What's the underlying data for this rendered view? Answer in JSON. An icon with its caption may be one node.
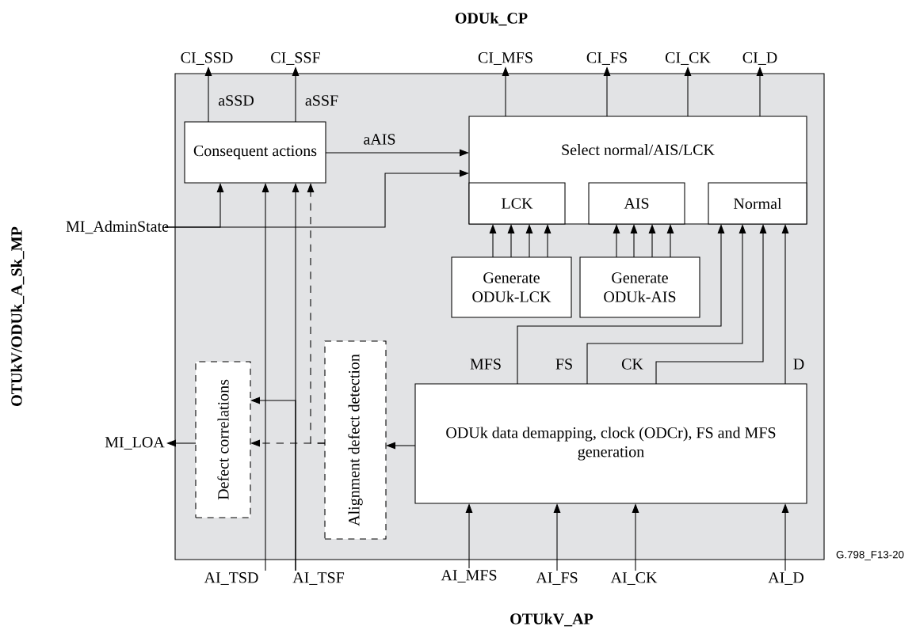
{
  "diagram": {
    "nodes": [
      {
        "text": [],
        "shape": "box"
      },
      {
        "text": [
          "Consequent actions"
        ],
        "in": 0
      },
      {
        "text": [
          "Select normal/AIS/LCK"
        ],
        "in": 0
      },
      {
        "text": [
          "LCK"
        ],
        "in": 2
      },
      {
        "text": [
          "AIS"
        ],
        "in": 2
      },
      {
        "text": [
          "Normal"
        ],
        "in": 2
      },
      {
        "text": [
          "Generate ODUk-LCK"
        ],
        "in": 0
      },
      {
        "text": [
          "Generate ODUk-AIS"
        ],
        "in": 0
      },
      {
        "text": [
          "Defect correlations"
        ],
        "in": 0
      },
      {
        "text": [
          "Alignment defect detection"
        ],
        "in": 0
      },
      {
        "text": [
          "ODUk data demapping, clock (ODCr), FS and MFS generation"
        ],
        "in": 0
      },
      {
        "text": [
          "CI_SSD"
        ]
      },
      {
        "text": [
          "CI_SSF"
        ]
      },
      {
        "text": [
          "CI_MFS"
        ]
      },
      {
        "text": [
          "CI_FS"
        ]
      },
      {
        "text": [
          "CI_CK"
        ]
      },
      {
        "text": [
          "CI_D"
        ]
      },
      {
        "text": [
          "MI_AdminState"
        ]
      },
      {
        "text": [
          "MI_LOA"
        ]
      },
      {
        "text": [
          "AI_TSD"
        ]
      },
      {
        "text": [
          "AI_TSF"
        ]
      },
      {
        "text": [
          "AI_MFS"
        ]
      },
      {
        "text": [
          "AI_FS"
        ]
      },
      {
        "text": [
          "AI_CK"
        ]
      },
      {
        "text": [
          "AI_D"
        ]
      }
    ],
    "edges": [
      {
        "from": 1,
        "to": 11,
        "arrow": "to",
        "label": "aSSD"
      },
      {
        "from": 1,
        "to": 12,
        "arrow": "to",
        "label": "aSSF"
      },
      {
        "from": 1,
        "to": 2,
        "arrow": "to",
        "label": "aAIS"
      },
      {
        "from": 2,
        "to": 13,
        "arrow": "to"
      },
      {
        "from": 2,
        "to": 14,
        "arrow": "to"
      },
      {
        "from": 2,
        "to": 15,
        "arrow": "to"
      },
      {
        "from": 2,
        "to": 16,
        "arrow": "to"
      },
      {
        "from": 17,
        "to": 1,
        "arrow": "to"
      },
      {
        "from": 17,
        "to": 2,
        "arrow": "to"
      },
      {
        "from": 19,
        "to": 1,
        "arrow": "to"
      },
      {
        "from": 20,
        "to": 1,
        "arrow": "to"
      },
      {
        "from": 9,
        "to": 1,
        "arrow": "to",
        "style": "dashed"
      },
      {
        "from": 20,
        "to": 8,
        "arrow": "to"
      },
      {
        "from": 9,
        "to": 8,
        "arrow": "to",
        "style": "dashed"
      },
      {
        "from": 8,
        "to": 18,
        "arrow": "to"
      },
      {
        "from": 10,
        "to": 9,
        "arrow": "to"
      },
      {
        "from": 6,
        "to": 3,
        "arrow": "to"
      },
      {
        "from": 6,
        "to": 3,
        "arrow": "to"
      },
      {
        "from": 6,
        "to": 3,
        "arrow": "to"
      },
      {
        "from": 6,
        "to": 3,
        "arrow": "to"
      },
      {
        "from": 7,
        "to": 4,
        "arrow": "to"
      },
      {
        "from": 7,
        "to": 4,
        "arrow": "to"
      },
      {
        "from": 7,
        "to": 4,
        "arrow": "to"
      },
      {
        "from": 7,
        "to": 4,
        "arrow": "to"
      },
      {
        "from": 10,
        "to": 5,
        "arrow": "to",
        "label": "MFS"
      },
      {
        "from": 10,
        "to": 5,
        "arrow": "to",
        "label": "FS"
      },
      {
        "from": 10,
        "to": 5,
        "arrow": "to",
        "label": "CK"
      },
      {
        "from": 10,
        "to": 5,
        "arrow": "to",
        "label": "D"
      },
      {
        "from": 21,
        "to": 10,
        "arrow": "to"
      },
      {
        "from": 22,
        "to": 10,
        "arrow": "to"
      },
      {
        "from": 23,
        "to": 10,
        "arrow": "to"
      },
      {
        "from": 24,
        "to": 10,
        "arrow": "to"
      }
    ],
    "labels": [
      "ODUk_CP",
      "OTUkV/ODUk_A_Sk_MP",
      "OTUkV_AP",
      "G.798_F13-20"
    ]
  }
}
